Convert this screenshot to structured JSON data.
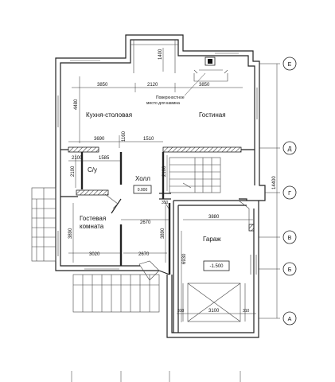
{
  "rooms": {
    "kitchen": "Кухня-столовая",
    "living": "Гостиная",
    "bath": "С/у",
    "hall": "Холл",
    "guest_line1": "Гостевая",
    "guest_line2": "комната",
    "garage": "Гараж"
  },
  "levels": {
    "hall": "0.000",
    "garage": "-1.500"
  },
  "note": {
    "line1": "Поверхностное",
    "line2": "место для камина"
  },
  "dims": {
    "top_left": "3850",
    "top_mid": "2120",
    "top_right": "3850",
    "kitchen_height": "4480",
    "bay": "1400",
    "d1": "3690",
    "d2": "1510",
    "d3": "1160",
    "d4": "2100",
    "d5": "1585",
    "d6": "2100",
    "d7": "2100",
    "d8": "310",
    "d9": "3880",
    "d10": "3890",
    "d11": "2670",
    "d12": "3890",
    "d13": "3020",
    "d14": "2670",
    "d15": "6930",
    "d16": "310",
    "d17": "3100",
    "d18": "310",
    "overall": "14400"
  },
  "axes": [
    "Е",
    "Д",
    "Г",
    "В",
    "Б",
    "А"
  ]
}
